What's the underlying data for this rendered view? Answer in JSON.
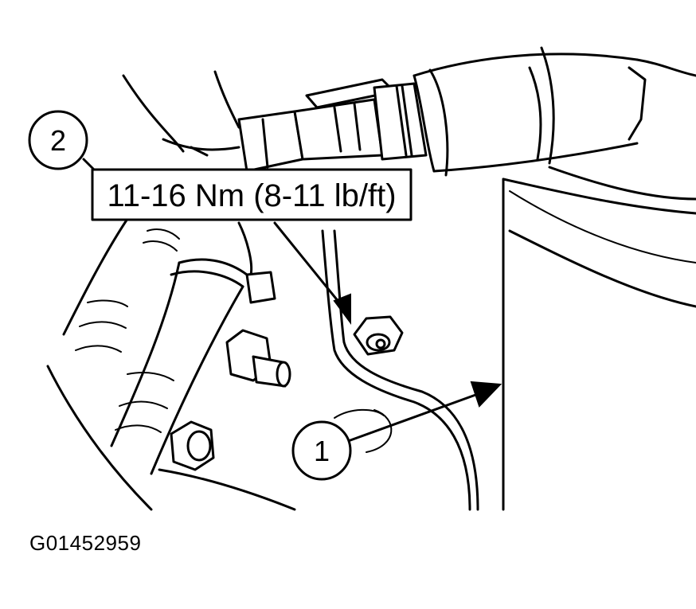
{
  "callouts": {
    "one": "1",
    "two": "2"
  },
  "torque_spec": "11-16 Nm (8-11 lb/ft)",
  "figure_id": "G01452959"
}
